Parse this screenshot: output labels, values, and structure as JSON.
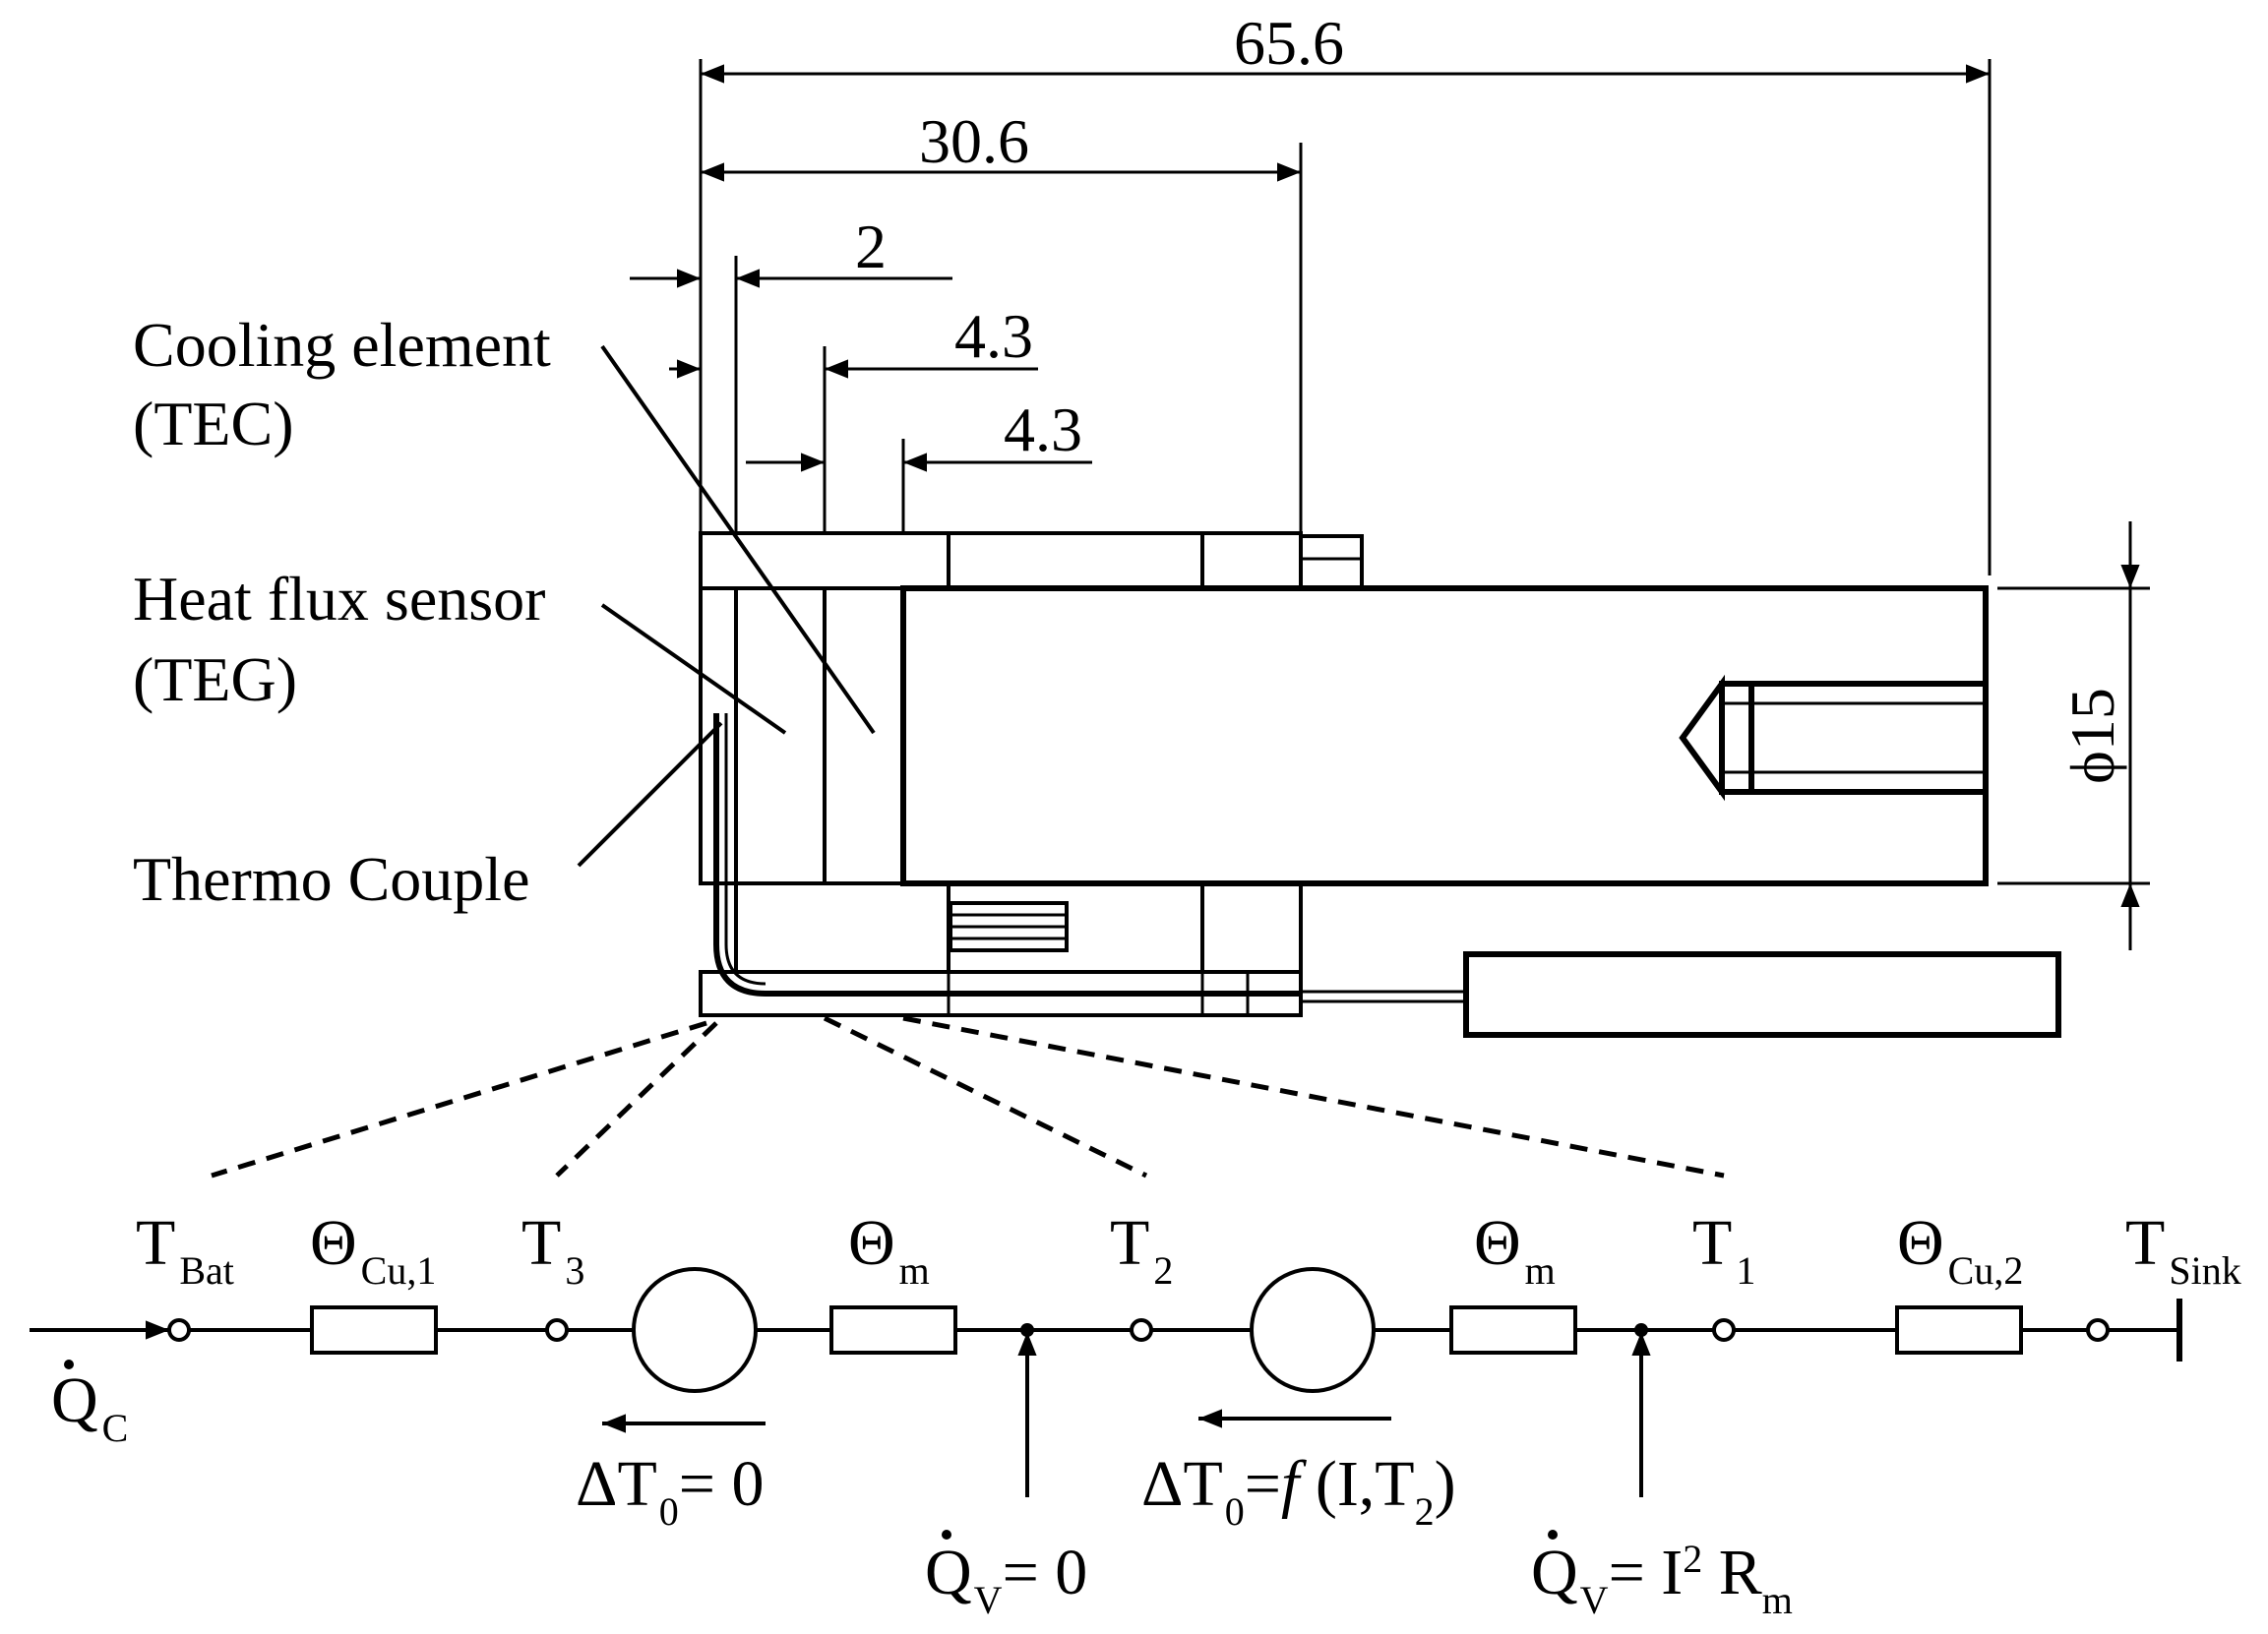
{
  "dimensions": {
    "total_length": "65.6",
    "sensor_depth": "30.6",
    "thin_layer": "2",
    "tec_layer": "4.3",
    "teg_layer": "4.3",
    "diameter": "ϕ15"
  },
  "labels": {
    "cooling_element": {
      "line1": "Cooling element",
      "line2": "(TEC)"
    },
    "heat_flux_sensor": {
      "line1": "Heat flux sensor",
      "line2": "(TEG)"
    },
    "thermo_couple": "Thermo Couple"
  },
  "circuit": {
    "nodes": [
      {
        "symbol": "T",
        "sub": "Bat"
      },
      {
        "symbol": "T",
        "sub": "3"
      },
      {
        "symbol": "T",
        "sub": "2"
      },
      {
        "symbol": "T",
        "sub": "1"
      },
      {
        "symbol": "T",
        "sub": "Sink"
      }
    ],
    "resistances": [
      {
        "symbol": "Θ",
        "sub": "Cu,1"
      },
      {
        "symbol": "Θ",
        "sub": "m"
      },
      {
        "symbol": "Θ",
        "sub": "m"
      },
      {
        "symbol": "Θ",
        "sub": "Cu,2"
      }
    ],
    "input_flow": {
      "symbol": "Q",
      "sub": "C"
    },
    "sources": [
      {
        "symbol": "ΔT",
        "sub": "0",
        "rhs": "= 0"
      },
      {
        "symbol": "ΔT",
        "sub": "0",
        "rhs_a": "=",
        "rhs_f": "f",
        "rhs_b": " (I,T",
        "rhs_sub": "2",
        "rhs_c": ")"
      }
    ],
    "injections": [
      {
        "symbol": "Q",
        "sub": "V",
        "rhs": "= 0"
      },
      {
        "symbol": "Q",
        "sub": "V",
        "rhs_a": "= I",
        "rhs_sup": "2",
        "rhs_b": " R",
        "rhs_sub": "m"
      }
    ]
  },
  "colors": {
    "ink": "#000000",
    "paper": "#ffffff"
  }
}
